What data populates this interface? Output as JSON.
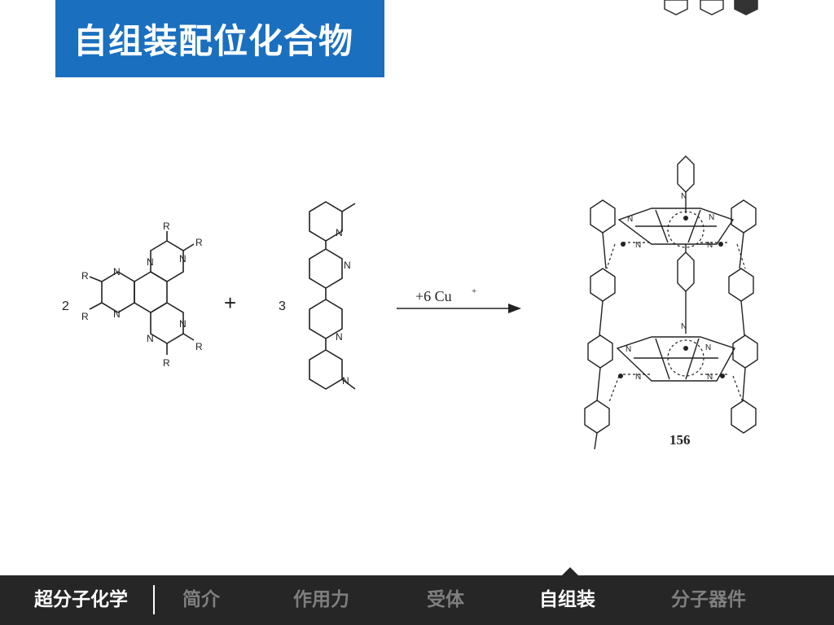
{
  "slide": {
    "title": "自组装配位化合物",
    "accent_color": "#1a6fbf",
    "bar_color": "#262626"
  },
  "figure": {
    "coef_a": "2",
    "coef_b": "3",
    "plus": "+",
    "reagent": "+6 Cu",
    "reagent_charge": "+",
    "product_label": "156",
    "atom_n": "N",
    "atom_r": "R"
  },
  "nav": {
    "home": "超分子化学",
    "items": [
      {
        "label": "简介"
      },
      {
        "label": "作用力"
      },
      {
        "label": "受体"
      },
      {
        "label": "自组装"
      },
      {
        "label": "分子器件"
      }
    ],
    "active_index": 3
  },
  "indicators": [
    {
      "name": "hex-indicator-1",
      "state": "outline"
    },
    {
      "name": "hex-indicator-2",
      "state": "outline"
    },
    {
      "name": "hex-indicator-3",
      "state": "filled"
    }
  ]
}
